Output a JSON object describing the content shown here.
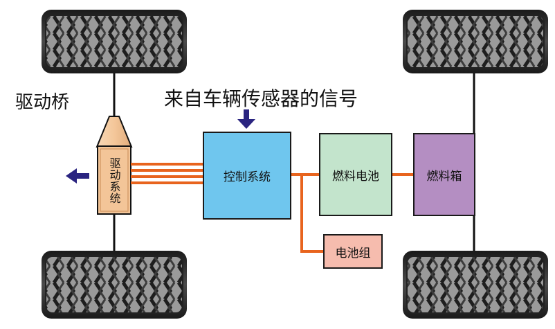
{
  "labels": {
    "drive_axle": "驱动桥",
    "sensor_signal": "来自车辆传感器的信号"
  },
  "boxes": {
    "drive_system": "驱动系统",
    "control_system": "控制系统",
    "fuel_cell": "燃料电池",
    "fuel_tank": "燃料箱",
    "battery_pack": "电池组"
  },
  "colors": {
    "control_system": "#6fc6ee",
    "fuel_cell": "#c3e4cc",
    "fuel_tank": "#b48ec2",
    "battery_pack": "#f6bcae",
    "drive_system": "#f3c598",
    "wire": "#e8641e",
    "arrow": "#2a2480"
  },
  "icons": [
    "tire-icon",
    "arrow-down-icon",
    "arrow-left-icon"
  ]
}
